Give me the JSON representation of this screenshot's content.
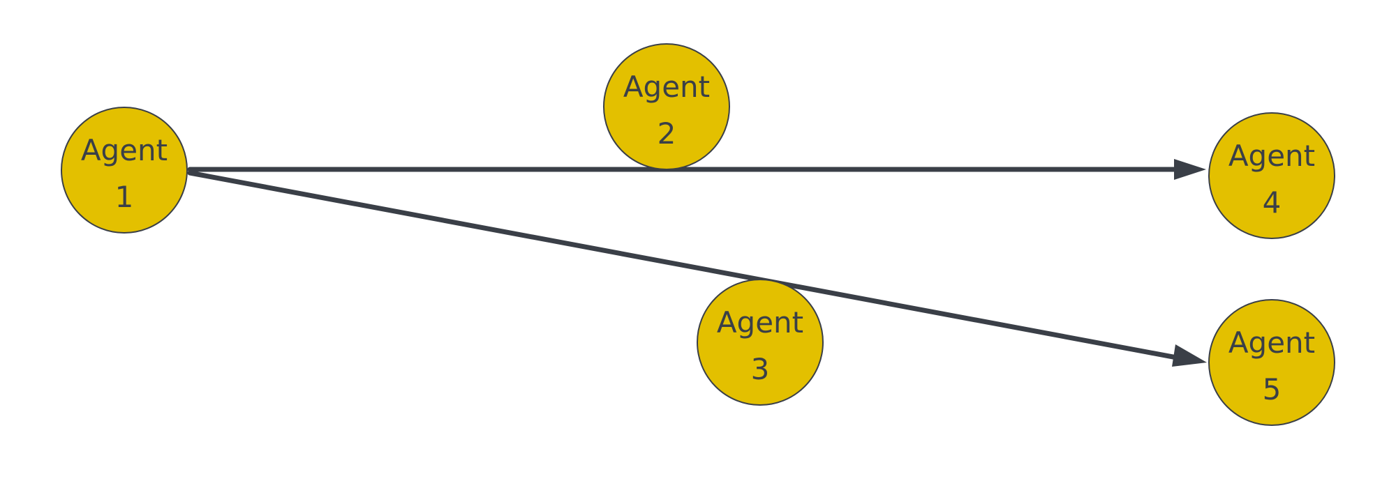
{
  "colors": {
    "node_fill": "#e3c000",
    "node_stroke": "#3a3f47",
    "edge": "#3a3f47",
    "text": "#3a3f47",
    "background": "#ffffff"
  },
  "nodes": [
    {
      "id": "agent-1",
      "line1": "Agent",
      "line2": "1"
    },
    {
      "id": "agent-2",
      "line1": "Agent",
      "line2": "2"
    },
    {
      "id": "agent-3",
      "line1": "Agent",
      "line2": "3"
    },
    {
      "id": "agent-4",
      "line1": "Agent",
      "line2": "4"
    },
    {
      "id": "agent-5",
      "line1": "Agent",
      "line2": "5"
    }
  ],
  "edges": [
    {
      "from": "agent-1",
      "to": "agent-4",
      "directed": true
    },
    {
      "from": "agent-1",
      "to": "agent-5",
      "directed": true
    }
  ]
}
